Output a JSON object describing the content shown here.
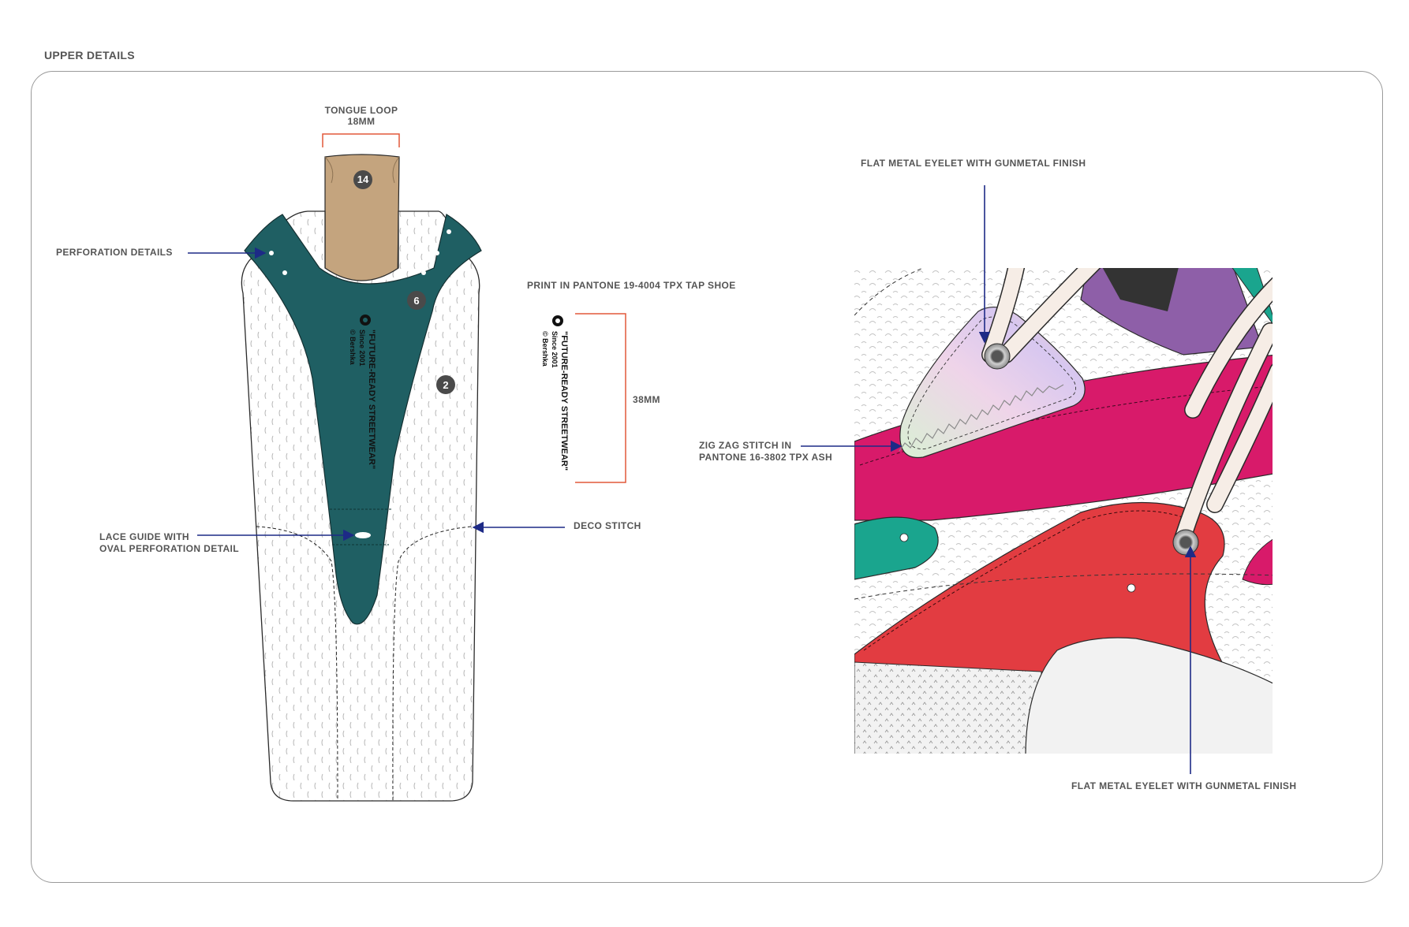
{
  "section_title": "UPPER DETAILS",
  "labels": {
    "tongue_loop_title": "TONGUE LOOP",
    "tongue_loop_size": "18MM",
    "perforation": "PERFORATION DETAILS",
    "lace_guide_line1": "LACE GUIDE WITH",
    "lace_guide_line2": "OVAL PERFORATION DETAIL",
    "deco_stitch": "DECO STITCH",
    "print_pantone": "PRINT IN PANTONE 19-4004 TPX TAP SHOE",
    "print_size": "38MM",
    "eyelet_top": "FLAT METAL EYELET WITH GUNMETAL FINISH",
    "eyelet_bottom": "FLAT METAL EYELET WITH GUNMETAL FINISH",
    "zigzag_line1": "ZIG ZAG STITCH IN",
    "zigzag_line2": "PANTONE 16-3802 TPX ASH"
  },
  "badges": {
    "loop": "14",
    "collar": "6",
    "mesh": "2"
  },
  "print_text": {
    "slogan": "\"FUTURE-READY STREETWEAR\"",
    "since": "Since 2001",
    "brand": "© Bershka"
  },
  "colors": {
    "teal_overlay": "#1f5f63",
    "tan_loop": "#c4a47e",
    "mesh_white": "#ffffff",
    "callout_blue": "#1d2a86",
    "dimension_orange": "#e2583a",
    "magenta": "#d81a6a",
    "red": "#e23c41",
    "green": "#1aa58e",
    "purple": "#8e5fa8",
    "badge_grey": "#4a4a4a"
  },
  "icons": {
    "brand_logo": "ring-logo-icon"
  }
}
